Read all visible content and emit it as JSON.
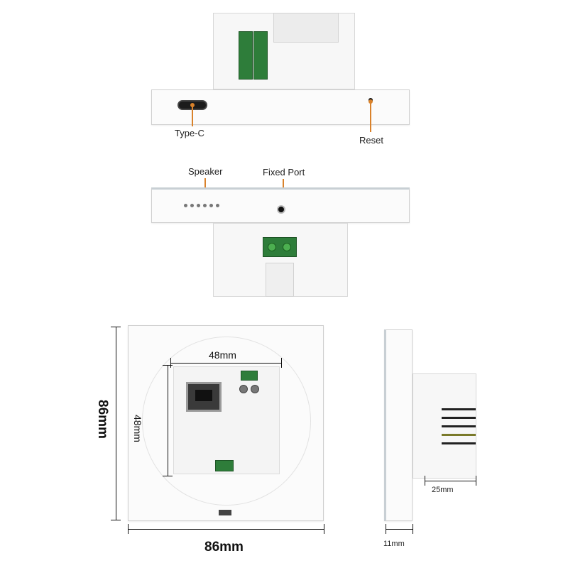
{
  "labels": {
    "type_c": "Type-C",
    "reset": "Reset",
    "speaker": "Speaker",
    "fixed_port": "Fixed Port"
  },
  "dimensions": {
    "width_main": "86mm",
    "height_main": "86mm",
    "inner_width": "48mm",
    "inner_height": "48mm",
    "depth_body": "25mm",
    "depth_panel": "11mm"
  },
  "colors": {
    "leader": "#d9822b",
    "terminal_green": "#2e7d3a"
  }
}
